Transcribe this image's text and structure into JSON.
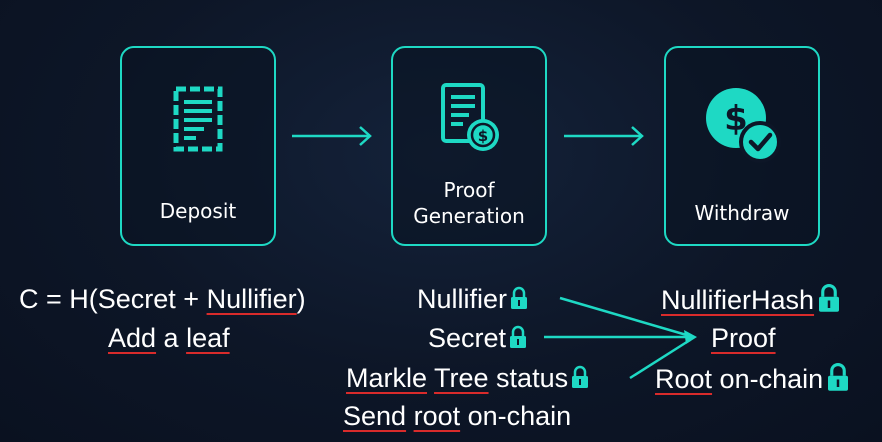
{
  "steps": {
    "deposit": {
      "label": "Deposit",
      "icon": "document-icon"
    },
    "proof": {
      "label_line1": "Proof",
      "label_line2": "Generation",
      "icon": "document-dollar-icon"
    },
    "withdraw": {
      "label": "Withdraw",
      "icon": "dollar-check-icon"
    }
  },
  "deposit_notes": {
    "formula_prefix": "C = H(Secret + ",
    "formula_nullifier": "Nullifier",
    "formula_suffix": ")",
    "add_word": "Add",
    "a_word": " a ",
    "leaf_word": "leaf"
  },
  "proof_inputs": {
    "nullifier": "Nullifier",
    "secret": "Secret",
    "markle_word": "Markle",
    "tree_word": "Tree",
    "status_word": " status",
    "send_word": "Send",
    "root_word": "root",
    "onchain_word": " on-chain"
  },
  "withdraw_outputs": {
    "nullifier_hash": "NullifierHash",
    "proof": "Proof",
    "root_word": "Root",
    "onchain_word": " on-chain"
  },
  "colors": {
    "accent": "#1ed9c4",
    "underline": "#d92b2b",
    "background": "#0d1627"
  }
}
